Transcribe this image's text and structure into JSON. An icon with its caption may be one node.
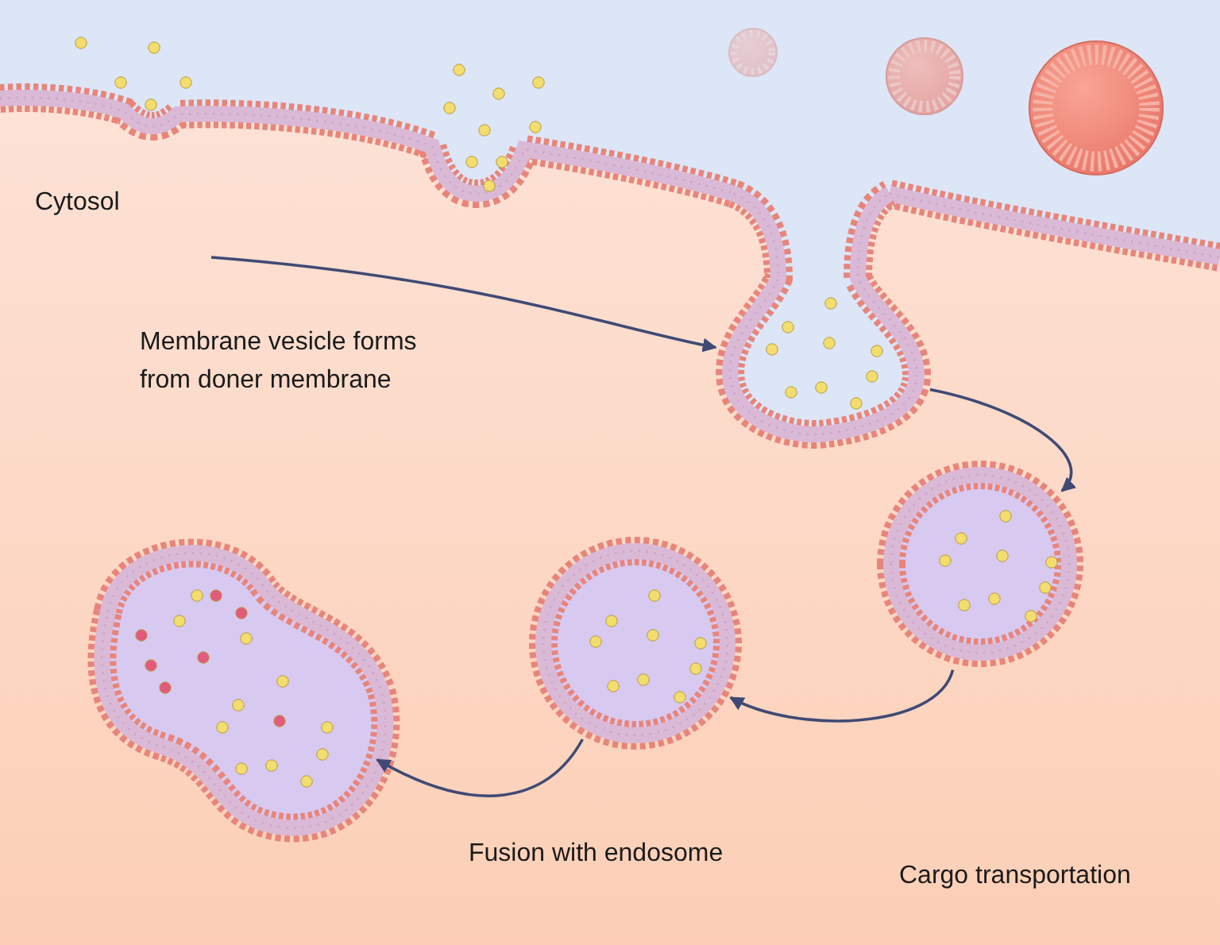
{
  "diagram": {
    "nodes": [
      {
        "text": [],
        "shape": "picture"
      },
      {
        "text": [],
        "shape": "circle"
      },
      {
        "text": [],
        "shape": "circle"
      },
      {
        "text": [],
        "shape": "picture"
      }
    ],
    "edges": [
      {
        "from": null,
        "to": 0,
        "arrow": "to"
      },
      {
        "from": 0,
        "to": 2,
        "arrow": "to"
      },
      {
        "from": 2,
        "to": 1,
        "arrow": "to"
      },
      {
        "from": 1,
        "to": 3,
        "arrow": "to"
      }
    ],
    "labels": [
      "Cytosol",
      "Membrane vesicle forms from doner membrane",
      "Fusion with endosome",
      "Cargo transportation"
    ]
  }
}
